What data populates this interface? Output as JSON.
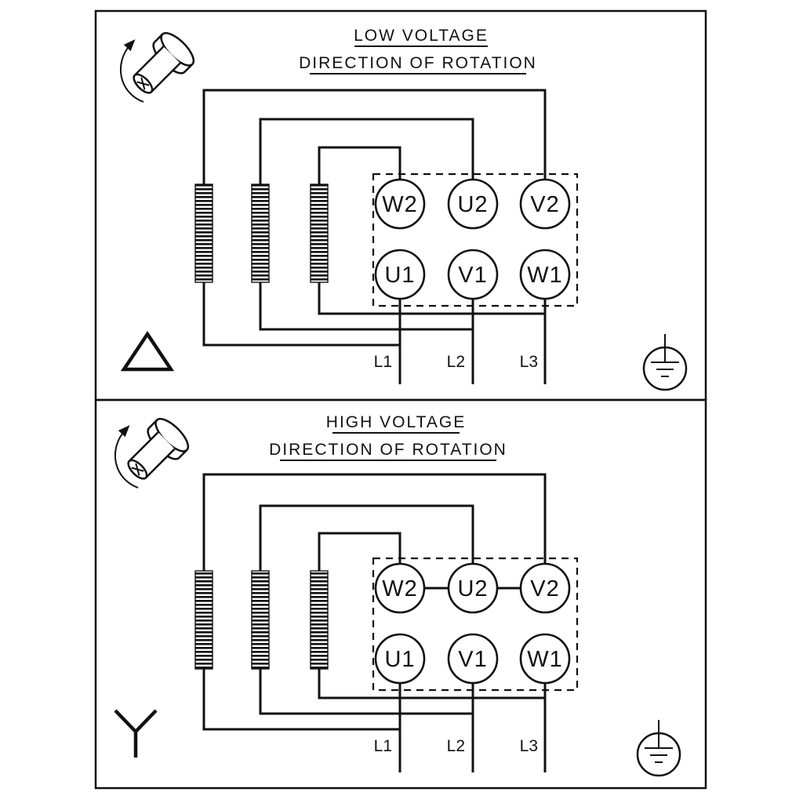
{
  "colors": {
    "ink": "#111111",
    "background": "#ffffff"
  },
  "panels": [
    {
      "title": "LOW VOLTAGE",
      "subtitle": "DIRECTION OF ROTATION",
      "connection_symbol": "delta",
      "terminals_top": [
        "W2",
        "U2",
        "V2"
      ],
      "terminals_bottom": [
        "U1",
        "V1",
        "W1"
      ],
      "line_labels": [
        "L1",
        "L2",
        "L3"
      ]
    },
    {
      "title": "HIGH VOLTAGE",
      "subtitle": "DIRECTION OF ROTATION",
      "connection_symbol": "star",
      "terminals_top": [
        "W2",
        "U2",
        "V2"
      ],
      "terminals_bottom": [
        "U1",
        "V1",
        "W1"
      ],
      "line_labels": [
        "L1",
        "L2",
        "L3"
      ]
    }
  ]
}
